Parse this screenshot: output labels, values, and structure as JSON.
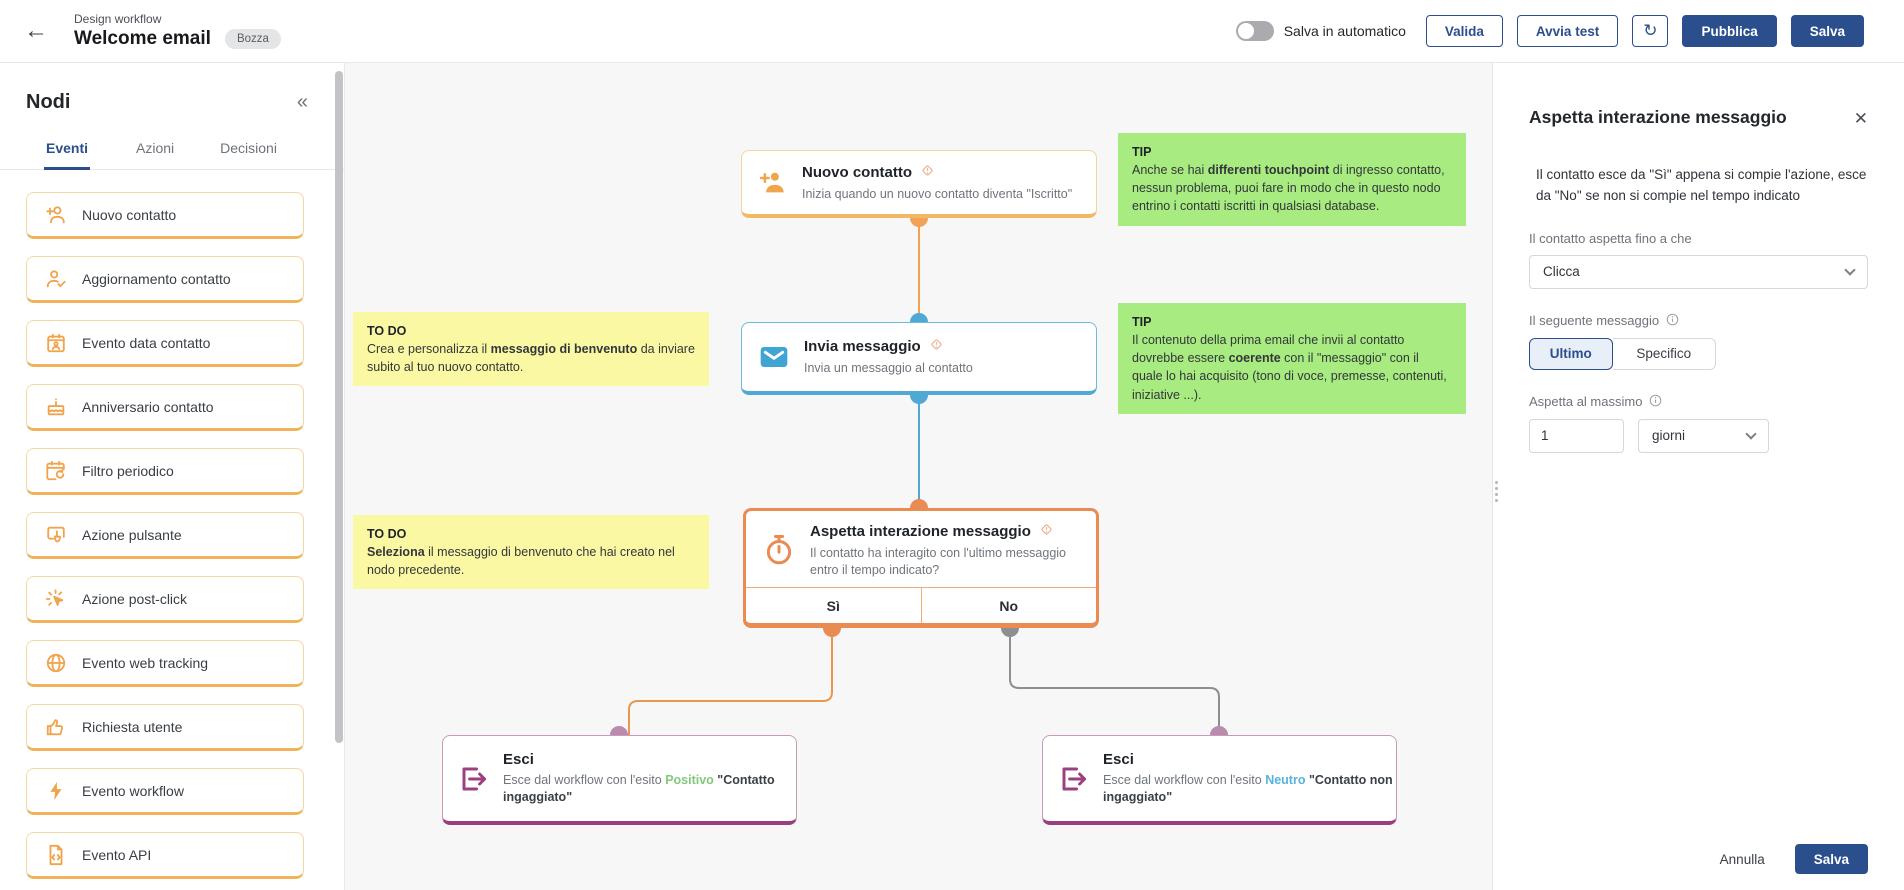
{
  "header": {
    "back_icon": "←",
    "breadcrumb": "Design workflow",
    "title": "Welcome email",
    "status_badge": "Bozza",
    "autosave_label": "Salva in automatico",
    "validate_label": "Valida",
    "test_label": "Avvia test",
    "refresh_icon": "↻",
    "publish_label": "Pubblica",
    "save_label": "Salva"
  },
  "sidebar": {
    "title": "Nodi",
    "collapse_icon": "«",
    "tabs": [
      {
        "label": "Eventi",
        "active": true
      },
      {
        "label": "Azioni",
        "active": false
      },
      {
        "label": "Decisioni",
        "active": false
      }
    ],
    "items": [
      {
        "label": "Nuovo contatto",
        "icon": "person-add-icon"
      },
      {
        "label": "Aggiornamento contatto",
        "icon": "person-check-icon"
      },
      {
        "label": "Evento data contatto",
        "icon": "calendar-contact-icon"
      },
      {
        "label": "Anniversario contatto",
        "icon": "cake-icon"
      },
      {
        "label": "Filtro periodico",
        "icon": "calendar-refresh-icon"
      },
      {
        "label": "Azione pulsante",
        "icon": "button-tap-icon"
      },
      {
        "label": "Azione post-click",
        "icon": "cursor-click-icon"
      },
      {
        "label": "Evento web tracking",
        "icon": "globe-icon"
      },
      {
        "label": "Richiesta utente",
        "icon": "thumbs-up-icon"
      },
      {
        "label": "Evento workflow",
        "icon": "lightning-icon"
      },
      {
        "label": "Evento API",
        "icon": "file-code-icon"
      }
    ]
  },
  "canvas": {
    "nodes": {
      "nuovo_contatto": {
        "title": "Nuovo contatto",
        "subtitle": "Inizia quando un nuovo contatto diventa \"Iscritto\""
      },
      "invia_messaggio": {
        "title": "Invia messaggio",
        "subtitle": "Invia un messaggio al contatto"
      },
      "aspetta": {
        "title": "Aspetta interazione messaggio",
        "subtitle": "Il contatto ha interagito con l'ultimo messaggio entro il tempo indicato?",
        "branch_yes": "Sì",
        "branch_no": "No"
      },
      "esci_positivo": {
        "title": "Esci",
        "desc_prefix": "Esce dal workflow con l'esito ",
        "outcome": "Positivo",
        "desc_suffix": " \"Contatto ingaggiato\""
      },
      "esci_neutro": {
        "title": "Esci",
        "desc_prefix": "Esce dal workflow con l'esito ",
        "outcome": "Neutro",
        "desc_suffix": " \"Contatto non ingaggiato\""
      }
    },
    "notes": {
      "todo1": {
        "label": "TO DO",
        "pre": "Crea e personalizza il ",
        "bold": "messaggio di benvenuto",
        "post": " da inviare subito al tuo nuovo contatto."
      },
      "todo2": {
        "label": "TO DO",
        "pre": "",
        "bold": "Seleziona",
        "post": " il messaggio di benvenuto che hai creato nel nodo precedente."
      },
      "tip1": {
        "label": "TIP",
        "pre": "Anche se hai ",
        "bold": "differenti touchpoint",
        "post": " di ingresso contatto, nessun problema, puoi fare in modo che in questo nodo entrino i contatti iscritti in qualsiasi database."
      },
      "tip2": {
        "label": "TIP",
        "pre": "Il contenuto della prima email che invii al contatto dovrebbe essere ",
        "bold": "coerente",
        "post": " con il \"messaggio\" con il quale lo hai acquisito (tono di voce, premesse, contenuti, iniziative ...)."
      }
    }
  },
  "panel": {
    "title": "Aspetta interazione messaggio",
    "close_icon": "✕",
    "description": "Il contatto esce da \"Sì\" appena si compie l'azione, esce da \"No\" se non si compie nel tempo indicato",
    "wait_until_label": "Il contatto aspetta fino a che",
    "wait_until_value": "Clicca",
    "message_label": "Il seguente messaggio",
    "message_options": [
      "Ultimo",
      "Specifico"
    ],
    "message_selected": "Ultimo",
    "max_wait_label": "Aspetta al massimo",
    "max_wait_value": "1",
    "max_wait_unit": "giorni",
    "cancel_label": "Annulla",
    "save_label": "Salva"
  },
  "colors": {
    "primary_blue": "#2b4e8c",
    "event_orange": "#f0a44c",
    "selected_orange": "#e98c52",
    "message_blue": "#4fa9d3",
    "exit_purple": "#993f7b",
    "positive_green": "#82c97e",
    "neutral_blue": "#57b2dc",
    "tip_green": "#a8eb81",
    "todo_yellow": "#faf8a3"
  }
}
